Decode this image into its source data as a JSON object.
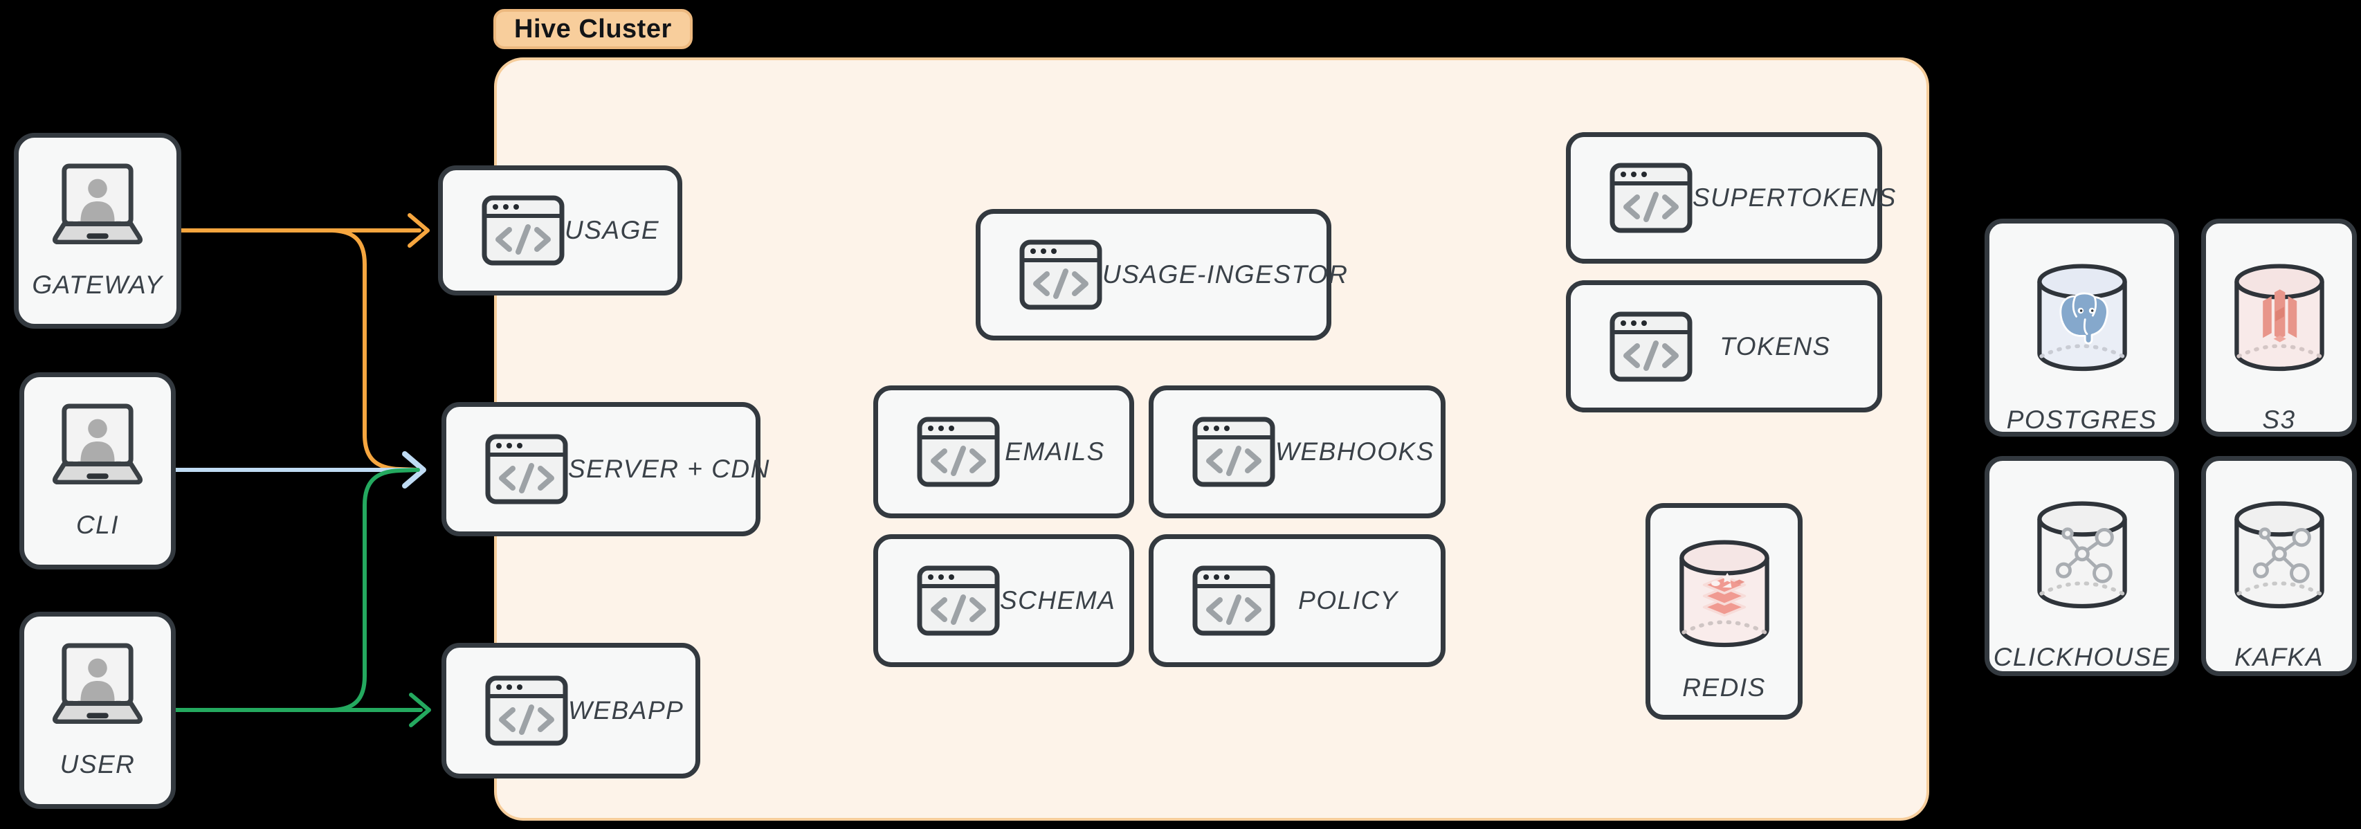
{
  "cluster_label": "Hive Cluster",
  "nodes": {
    "gateway": {
      "label": "GATEWAY",
      "kind": "client",
      "icon": "laptop-user-icon"
    },
    "cli": {
      "label": "CLI",
      "kind": "client",
      "icon": "laptop-user-icon"
    },
    "user": {
      "label": "USER",
      "kind": "client",
      "icon": "laptop-user-icon"
    },
    "usage": {
      "label": "USAGE",
      "kind": "service",
      "icon": "code-window-icon"
    },
    "server_cdn": {
      "label": "SERVER + CDN",
      "kind": "service",
      "icon": "code-window-icon"
    },
    "webapp": {
      "label": "WEBAPP",
      "kind": "service",
      "icon": "code-window-icon"
    },
    "usage_ingestor": {
      "label": "USAGE-INGESTOR",
      "kind": "service",
      "icon": "code-window-icon"
    },
    "emails": {
      "label": "EMAILS",
      "kind": "service",
      "icon": "code-window-icon"
    },
    "webhooks": {
      "label": "WEBHOOKS",
      "kind": "service",
      "icon": "code-window-icon"
    },
    "schema": {
      "label": "SCHEMA",
      "kind": "service",
      "icon": "code-window-icon"
    },
    "policy": {
      "label": "POLICY",
      "kind": "service",
      "icon": "code-window-icon"
    },
    "supertokens": {
      "label": "SUPERTOKENS",
      "kind": "service",
      "icon": "code-window-icon"
    },
    "tokens": {
      "label": "TOKENS",
      "kind": "service",
      "icon": "code-window-icon"
    },
    "redis": {
      "label": "REDIS",
      "kind": "datastore",
      "icon": "redis-cylinder-icon"
    },
    "postgres": {
      "label": "POSTGRES",
      "kind": "datastore",
      "icon": "postgres-cylinder-icon"
    },
    "s3": {
      "label": "S3",
      "kind": "datastore",
      "icon": "s3-cylinder-icon"
    },
    "clickhouse": {
      "label": "CLICKHOUSE",
      "kind": "datastore",
      "icon": "clickhouse-cylinder-icon"
    },
    "kafka": {
      "label": "KAFKA",
      "kind": "datastore",
      "icon": "kafka-cylinder-icon"
    }
  },
  "edges": [
    {
      "from": "gateway",
      "to": "usage",
      "color_key": "arrow_orange"
    },
    {
      "from": "gateway",
      "to": "server_cdn",
      "color_key": "arrow_orange"
    },
    {
      "from": "cli",
      "to": "server_cdn",
      "color_key": "arrow_blue"
    },
    {
      "from": "user",
      "to": "webapp",
      "color_key": "arrow_green"
    },
    {
      "from": "user",
      "to": "server_cdn",
      "color_key": "arrow_green"
    }
  ],
  "colors": {
    "background": "#000000",
    "cluster_fill": "#FDF3E9",
    "cluster_border": "#F6CD9B",
    "badge_fill": "#F8CE9C",
    "badge_border": "#ECB87E",
    "badge_text": "#121417",
    "node_fill": "#F7F8F8",
    "node_border": "#33393F",
    "label_text": "#3A4148",
    "arrow_orange": "#F6A63F",
    "arrow_blue": "#BFDBF3",
    "arrow_green": "#24A95F"
  }
}
